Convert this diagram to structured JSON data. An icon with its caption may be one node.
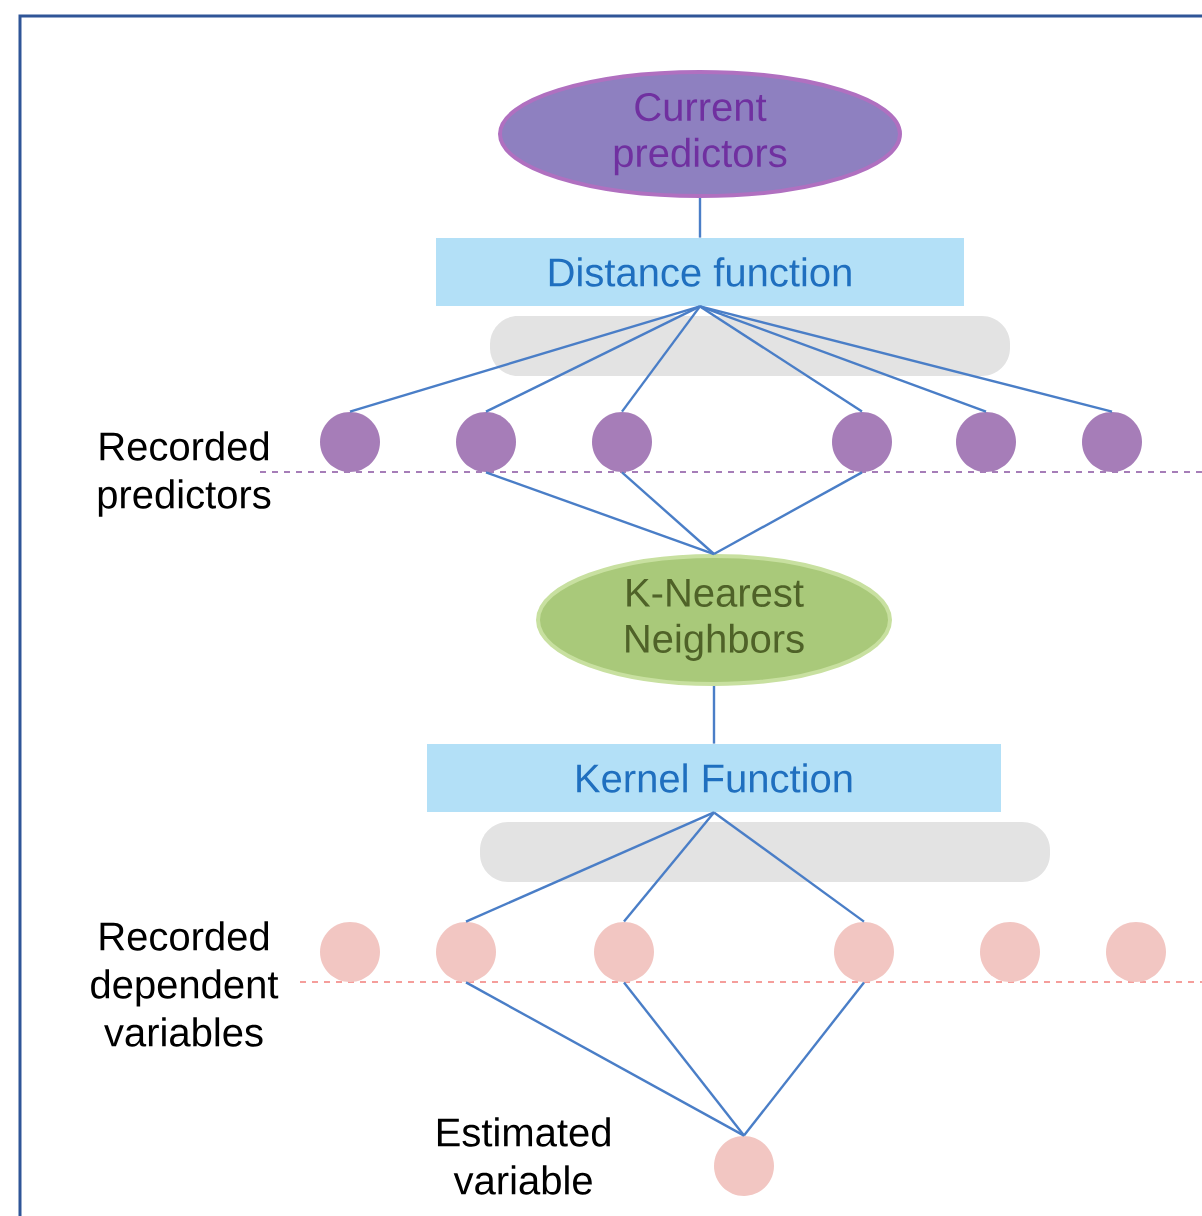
{
  "diagram": {
    "nodes": [
      {
        "text": [
          "Current predictors"
        ]
      },
      {
        "text": [
          "Distance function"
        ]
      },
      {
        "text": [],
        "shape": "circle"
      },
      {
        "text": [],
        "shape": "circle"
      },
      {
        "text": [],
        "shape": "circle"
      },
      {
        "text": [],
        "shape": "circle"
      },
      {
        "text": [],
        "shape": "circle"
      },
      {
        "text": [],
        "shape": "circle"
      },
      {
        "text": [
          "K-Nearest Neighbors"
        ]
      },
      {
        "text": [
          "Kernel Function"
        ]
      },
      {
        "text": [],
        "shape": "circle"
      },
      {
        "text": [],
        "shape": "circle"
      },
      {
        "text": [],
        "shape": "circle"
      },
      {
        "text": [],
        "shape": "circle"
      },
      {
        "text": [],
        "shape": "circle"
      },
      {
        "text": [],
        "shape": "circle"
      },
      {
        "text": [],
        "shape": "circle",
        "beside": [
          "Estimated variable"
        ]
      }
    ],
    "edges": [
      {
        "from": 0,
        "to": 1,
        "arrow": "none"
      },
      {
        "from": 1,
        "to": 2,
        "arrow": "none"
      },
      {
        "from": 1,
        "to": 3,
        "arrow": "none"
      },
      {
        "from": 1,
        "to": 4,
        "arrow": "none"
      },
      {
        "from": 1,
        "to": 5,
        "arrow": "none"
      },
      {
        "from": 1,
        "to": 6,
        "arrow": "none"
      },
      {
        "from": 1,
        "to": 7,
        "arrow": "none"
      },
      {
        "from": 3,
        "to": 8,
        "arrow": "none"
      },
      {
        "from": 4,
        "to": 8,
        "arrow": "none"
      },
      {
        "from": 5,
        "to": 8,
        "arrow": "none"
      },
      {
        "from": 8,
        "to": 9,
        "arrow": "none"
      },
      {
        "from": 9,
        "to": 11,
        "arrow": "none"
      },
      {
        "from": 9,
        "to": 12,
        "arrow": "none"
      },
      {
        "from": 9,
        "to": 13,
        "arrow": "none"
      },
      {
        "from": 11,
        "to": 16,
        "arrow": "none"
      },
      {
        "from": 12,
        "to": 16,
        "arrow": "none"
      },
      {
        "from": 13,
        "to": 16,
        "arrow": "none"
      }
    ],
    "labels": [
      "Recorded predictors",
      "Recorded dependent variables"
    ]
  }
}
